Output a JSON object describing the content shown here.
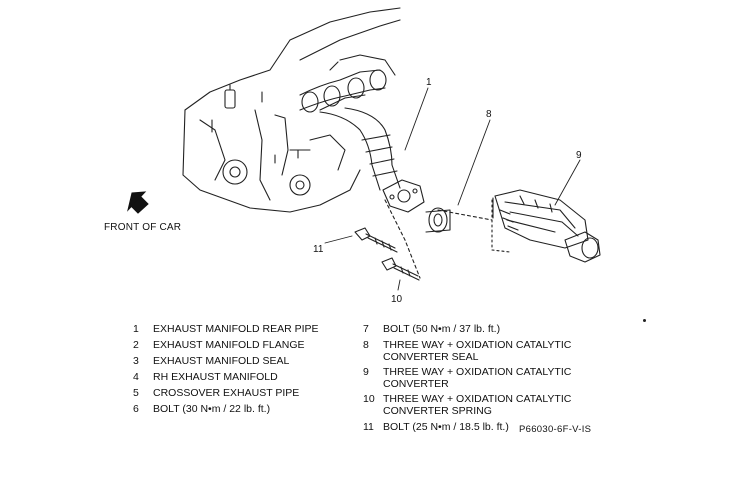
{
  "front_label": "FRONT OF CAR",
  "callouts": {
    "c1": "1",
    "c8": "8",
    "c9": "9",
    "c10": "10",
    "c11": "11"
  },
  "legend_left": [
    {
      "num": "1",
      "text": "EXHAUST MANIFOLD REAR PIPE"
    },
    {
      "num": "2",
      "text": "EXHAUST MANIFOLD FLANGE"
    },
    {
      "num": "3",
      "text": "EXHAUST MANIFOLD SEAL"
    },
    {
      "num": "4",
      "text": "RH EXHAUST MANIFOLD"
    },
    {
      "num": "5",
      "text": "CROSSOVER EXHAUST PIPE"
    },
    {
      "num": "6",
      "text": "BOLT (30 N•m / 22 lb. ft.)"
    }
  ],
  "legend_right": [
    {
      "num": "7",
      "text": "BOLT (50 N•m / 37 lb. ft.)"
    },
    {
      "num": "8",
      "text": "THREE WAY + OXIDATION CATALYTIC",
      "text2": "CONVERTER SEAL"
    },
    {
      "num": "9",
      "text": "THREE WAY + OXIDATION CATALYTIC",
      "text2": "CONVERTER"
    },
    {
      "num": "10",
      "text": "THREE WAY + OXIDATION CATALYTIC",
      "text2": "CONVERTER SPRING"
    },
    {
      "num": "11",
      "text": "BOLT (25 N•m / 18.5 lb. ft.)"
    }
  ],
  "figure_code": "P66030-6F-V-IS"
}
